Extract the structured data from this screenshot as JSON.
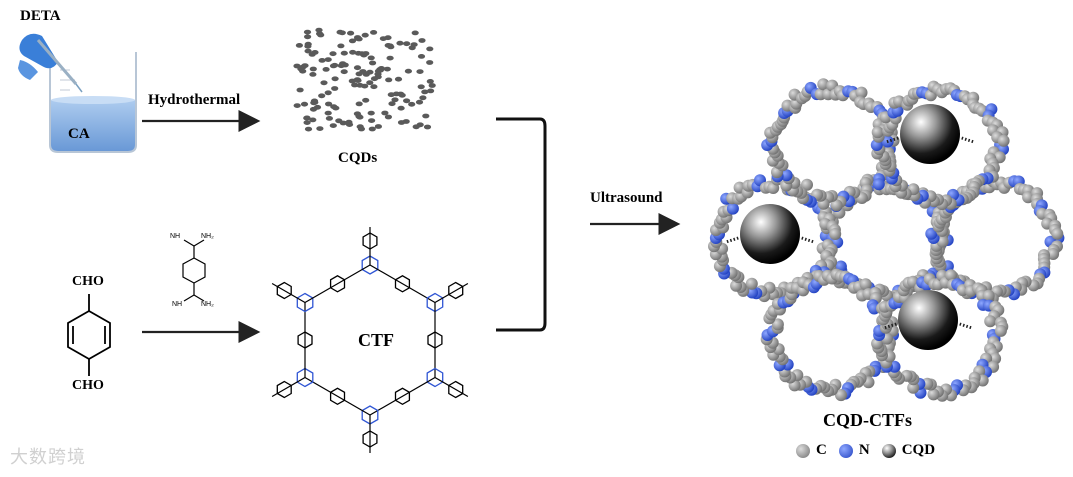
{
  "labels": {
    "deta": "DETA",
    "ca": "CA",
    "hydrothermal": "Hydrothermal",
    "cqds": "CQDs",
    "ultrasound": "Ultrasound",
    "ctf": "CTF",
    "product": "CQD-CTFs",
    "cho_top": "CHO",
    "cho_bottom": "CHO"
  },
  "monomer": {
    "nh_top": "NH",
    "nh2_top": "NH₂",
    "nh_bottom": "NH",
    "nh2_bottom": "NH₂"
  },
  "legend": [
    {
      "symbol": "C",
      "color": "#8a8a8a"
    },
    {
      "symbol": "N",
      "color": "#2f55d4"
    },
    {
      "symbol": "CQD",
      "color": "#222222"
    }
  ],
  "watermark": "大数跨境"
}
